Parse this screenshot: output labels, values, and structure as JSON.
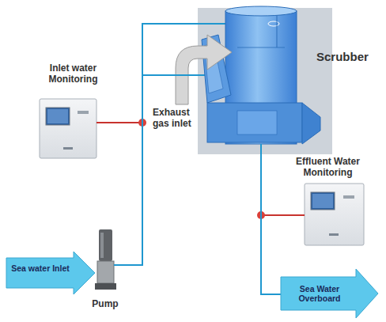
{
  "diagram": {
    "nodes": [
      {
        "text": [
          "Inlet water Monitoring"
        ]
      },
      {
        "text": [
          "Scrubber"
        ]
      },
      {
        "text": [
          "Effluent Water Monitoring"
        ]
      },
      {
        "text": [
          "Sea water Inlet"
        ]
      },
      {
        "text": [
          "Pump"
        ]
      },
      {
        "text": [
          "Sea Water Overboard"
        ]
      }
    ],
    "edges": [
      {
        "from": 4,
        "to": 1,
        "arrow": "none"
      },
      {
        "from": 4,
        "to": 1,
        "arrow": "none"
      },
      {
        "from": 1,
        "to": 5,
        "arrow": "none"
      }
    ],
    "labels": [
      "Exhaust gas inlet"
    ]
  }
}
